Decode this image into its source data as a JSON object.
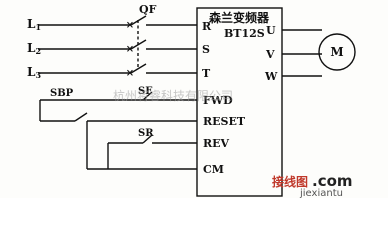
{
  "inverter": {
    "title": "森兰变频器",
    "model": "BT12S",
    "input_terminals": [
      "R",
      "S",
      "T"
    ],
    "output_terminals": [
      "U",
      "V",
      "W"
    ],
    "control_terminals": [
      "FWD",
      "RESET",
      "REV",
      "CM"
    ]
  },
  "supply": {
    "lines": [
      {
        "base": "L",
        "sub": "1"
      },
      {
        "base": "L",
        "sub": "2"
      },
      {
        "base": "L",
        "sub": "3"
      }
    ],
    "breaker_label": "QF"
  },
  "motor": {
    "label": "M"
  },
  "switches": {
    "sbp": "SBP",
    "sf": "SF",
    "sr": "SR"
  },
  "watermarks": {
    "company": "杭州将睿科技有限公司",
    "site_cn": "接线图",
    "site_com": ".com",
    "site_url": "jiexiantu"
  },
  "colors": {
    "line": "#111111",
    "watermark": "#9a9a9a",
    "brand_red": "#c0392b"
  }
}
